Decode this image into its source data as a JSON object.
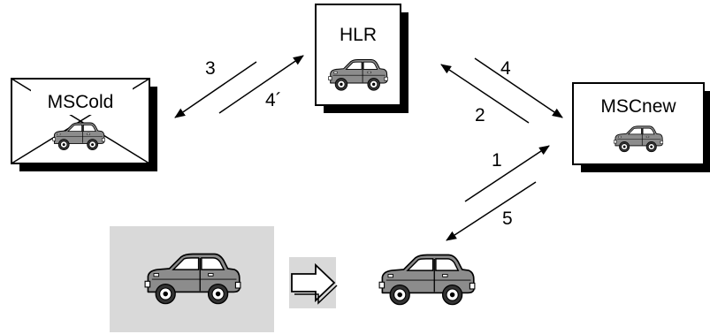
{
  "nodes": {
    "hlr": {
      "label": "HLR"
    },
    "msc_old": {
      "label": "MSCold",
      "crossed_out": true
    },
    "msc_new": {
      "label": "MSCnew"
    }
  },
  "messages": [
    {
      "id": "m1",
      "label": "1"
    },
    {
      "id": "m2",
      "label": "2"
    },
    {
      "id": "m3",
      "label": "3"
    },
    {
      "id": "m4",
      "label": "4"
    },
    {
      "id": "m4b",
      "label": "4´"
    },
    {
      "id": "m5",
      "label": "5"
    }
  ],
  "colors": {
    "car_body": "#8c8c8c",
    "car_window": "#ffffff",
    "old_location_bg": "#d9d9d9",
    "box_shadow": "#000000",
    "stroke": "#000000"
  },
  "icons": {
    "car": "car-icon",
    "move_arrow": "right-outline-arrow-icon"
  }
}
